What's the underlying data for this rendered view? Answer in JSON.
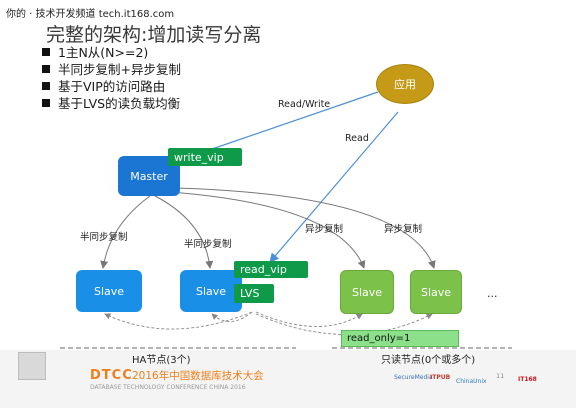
{
  "watermark": "你的 · 技术开发频道  tech.it168.com",
  "title": "完整的架构:增加读写分离",
  "bullets": [
    "1主N从(N>=2)",
    "半同步复制+异步复制",
    "基于VIP的访问路由",
    "基于LVS的读负载均衡"
  ],
  "nodes": {
    "app": "应用",
    "master": "Master",
    "slave1": "Slave",
    "slave2": "Slave",
    "slave3": "Slave",
    "slave4": "Slave",
    "ellipsis": "..."
  },
  "tags": {
    "write_vip": "write_vip",
    "read_vip": "read_vip",
    "lvs": "LVS",
    "read_only": "read_only=1"
  },
  "edge_labels": {
    "read_write": "Read/Write",
    "read": "Read",
    "semi_sync_1": "半同步复制",
    "semi_sync_2": "半同步复制",
    "async_1": "异步复制",
    "async_2": "异步复制"
  },
  "groups": {
    "ha": "HA节点(3个)",
    "readonly": "只读节点(0个或多个)"
  },
  "footer": {
    "event": "DTCC",
    "event_cn": "2016年中国数据库技术大会",
    "event_en": "DATABASE TECHNOLOGY CONFERENCE CHINA 2016",
    "page": "11",
    "logos": [
      "SecureMedia",
      "ITPUB",
      "ChinaUnix",
      "IT168"
    ]
  },
  "colors": {
    "master": "#1a76d2",
    "slave_ha": "#1a8fe8",
    "slave_readonly": "#7cc24a",
    "app": "#c49a16",
    "tag": "#0f9a4a",
    "read_only_tag": "#8ce08a",
    "arrow_blue": "#4a90d9",
    "arrow_gray": "#777777",
    "dtcc": "#ef7f1a"
  }
}
